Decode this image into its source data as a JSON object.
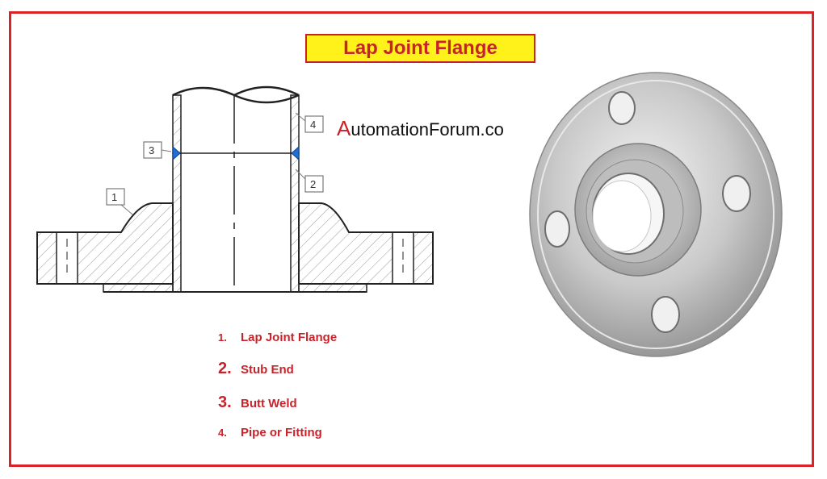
{
  "title": "Lap Joint Flange",
  "brand": {
    "first_letter": "A",
    "rest": "utomationForum.co"
  },
  "callouts": [
    "1",
    "2",
    "3",
    "4"
  ],
  "legend": [
    {
      "num": "1.",
      "label": "Lap Joint Flange"
    },
    {
      "num": "2.",
      "label": "Stub End"
    },
    {
      "num": "3.",
      "label": "Butt Weld"
    },
    {
      "num": "4.",
      "label": "Pipe or Fitting"
    }
  ],
  "colors": {
    "accent": "#c8232a",
    "title_bg": "#fff21a",
    "frame": "#d9232a",
    "weld": "#1f6fd6"
  },
  "icons": [
    "flange-photo"
  ]
}
